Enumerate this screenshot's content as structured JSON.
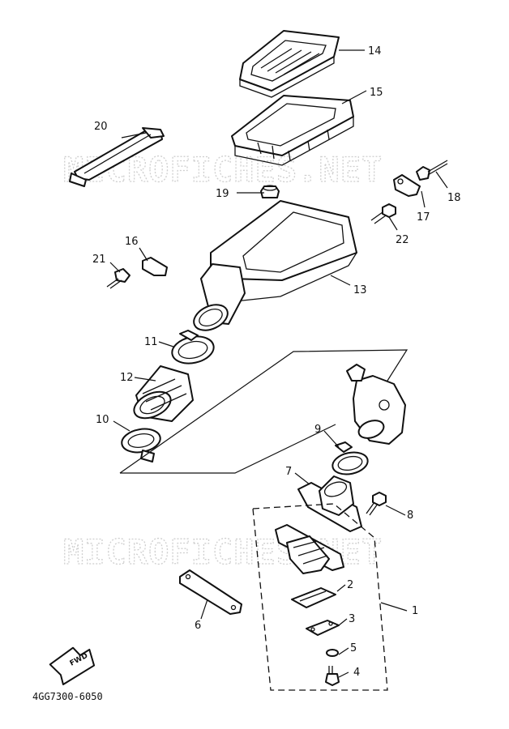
{
  "watermarks": [
    "MICROFICHES.NET",
    "MICROFICHES.NET"
  ],
  "diagram_code": "4GG7300-6050",
  "fwd_label": "FWD",
  "callouts": [
    {
      "id": "1",
      "label": "1"
    },
    {
      "id": "2",
      "label": "2"
    },
    {
      "id": "3",
      "label": "3"
    },
    {
      "id": "4",
      "label": "4"
    },
    {
      "id": "5",
      "label": "5"
    },
    {
      "id": "6",
      "label": "6"
    },
    {
      "id": "7",
      "label": "7"
    },
    {
      "id": "8",
      "label": "8"
    },
    {
      "id": "9",
      "label": "9"
    },
    {
      "id": "10",
      "label": "10"
    },
    {
      "id": "11",
      "label": "11"
    },
    {
      "id": "12",
      "label": "12"
    },
    {
      "id": "13",
      "label": "13"
    },
    {
      "id": "14",
      "label": "14"
    },
    {
      "id": "15",
      "label": "15"
    },
    {
      "id": "16",
      "label": "16"
    },
    {
      "id": "17",
      "label": "17"
    },
    {
      "id": "18",
      "label": "18"
    },
    {
      "id": "19",
      "label": "19"
    },
    {
      "id": "20",
      "label": "20"
    },
    {
      "id": "21",
      "label": "21"
    },
    {
      "id": "22",
      "label": "22"
    }
  ]
}
